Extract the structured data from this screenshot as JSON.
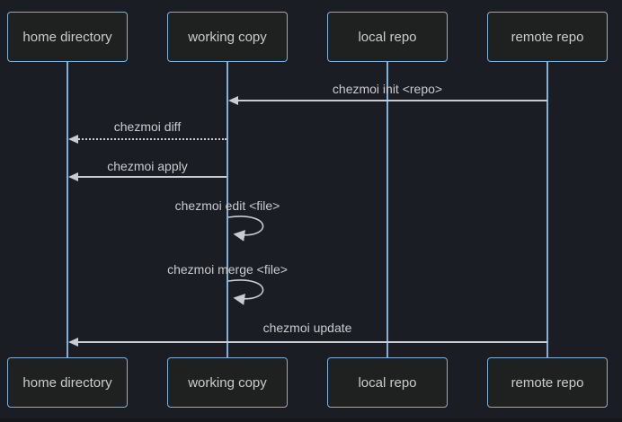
{
  "diagram": {
    "type": "sequence",
    "actors": [
      {
        "id": "home-directory",
        "label": "home directory"
      },
      {
        "id": "working-copy",
        "label": "working copy"
      },
      {
        "id": "local-repo",
        "label": "local repo"
      },
      {
        "id": "remote-repo",
        "label": "remote repo"
      }
    ],
    "messages": [
      {
        "label": "chezmoi init <repo>",
        "from": "remote repo",
        "to": "working copy",
        "style": "solid"
      },
      {
        "label": "chezmoi diff",
        "from": "working copy",
        "to": "home directory",
        "style": "dotted"
      },
      {
        "label": "chezmoi apply",
        "from": "working copy",
        "to": "home directory",
        "style": "solid"
      },
      {
        "label": "chezmoi edit <file>",
        "from": "working copy",
        "to": "working copy",
        "style": "self-loop"
      },
      {
        "label": "chezmoi merge <file>",
        "from": "working copy",
        "to": "working copy",
        "style": "self-loop"
      },
      {
        "label": "chezmoi update",
        "from": "remote repo",
        "to": "home directory",
        "style": "solid"
      }
    ]
  },
  "colors": {
    "background": "#1b1d25",
    "actor_fill": "#1f2020",
    "actor_border": "#81b1db",
    "lifeline": "#81b1db",
    "signal_line": "#c9ccd1",
    "text_color": "#cccccc",
    "page_edge": "#15161c"
  }
}
